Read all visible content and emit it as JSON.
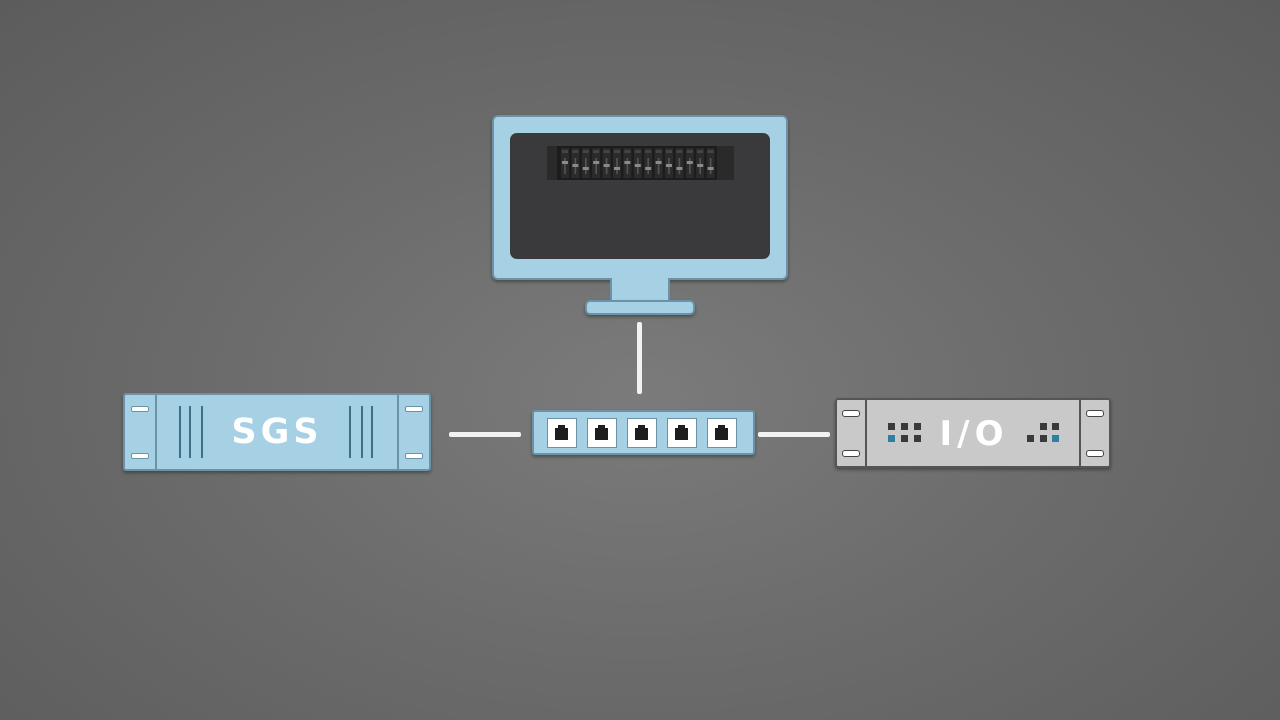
{
  "diagram": {
    "nodes": {
      "monitor": {
        "kind": "display"
      },
      "switch": {
        "kind": "network-switch",
        "port_count": 5
      },
      "sgs": {
        "label": "SGS"
      },
      "io": {
        "label": "I/O"
      }
    },
    "edges": [
      {
        "from": "monitor",
        "to": "switch"
      },
      {
        "from": "sgs",
        "to": "switch"
      },
      {
        "from": "switch",
        "to": "io"
      }
    ]
  },
  "colors": {
    "device_blue": "#a6d1e4",
    "device_blue_outline": "#6b93a5",
    "io_gray": "#c9c9c9",
    "io_accent_blue": "#2f7fa3",
    "io_accent_dark": "#3a3a3a",
    "wire": "#f2f2f2",
    "background": "#6c6c6c"
  },
  "icons": {
    "port": "ethernet-port-icon",
    "mixer": "mixer-console-icon"
  }
}
